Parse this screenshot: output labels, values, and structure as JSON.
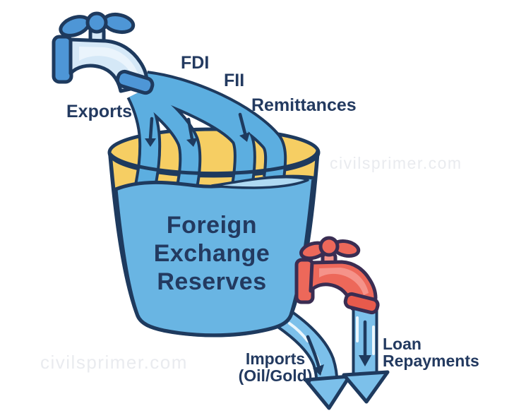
{
  "diagram_title": {
    "line1": "Foreign",
    "line2": "Exchange",
    "line3": "Reserves"
  },
  "inflow_labels": {
    "exports": "Exports",
    "fdi": "FDI",
    "fii": "FII",
    "remittances": "Remittances"
  },
  "outflow_labels": {
    "imports_line1": "Imports",
    "imports_line2": "(Oil/Gold)",
    "loan_line1": "Loan",
    "loan_line2": "Repayments"
  },
  "watermarks": {
    "top_right": "civilsprimer.com",
    "bottom_left": "civilsprimer.com"
  },
  "icons": {
    "inflow_tap": "blue-faucet-icon",
    "outflow_tap": "red-faucet-icon",
    "flow_direction": "down-arrow-icon"
  },
  "colors": {
    "background": "#FFFFFF",
    "bucket_yellow": "#F6CE63",
    "water_blue": "#69B5E3",
    "water_light": "#AFD9F2",
    "stream_blue": "#5CAEE0",
    "outflow_blue": "#7CC0EA",
    "outline_navy": "#1E3A5E",
    "tap_blue": "#4E96D6",
    "tap_blue_light": "#D5E8F7",
    "tap_blue_lighter": "#EAF4FC",
    "tap_red": "#ED685A",
    "tap_red_light": "#F5938A",
    "tap_red_collar": "#E85A4C",
    "tap_red_outline": "#3A2D52",
    "text_navy": "#233A60",
    "watermark_gray": "#E9EBEF"
  }
}
